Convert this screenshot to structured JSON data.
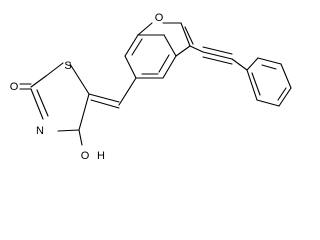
{
  "structure": {
    "atoms": {
      "furan_oxygen": "O",
      "thiazolidine_sulfur": "S",
      "carbonyl_oxygen_left": "O",
      "ring_nitrogen": "N",
      "enol_oxygen": "O",
      "enol_hydrogen": "H"
    }
  },
  "colors": {
    "bond": "#000000",
    "background": "#ffffff"
  }
}
